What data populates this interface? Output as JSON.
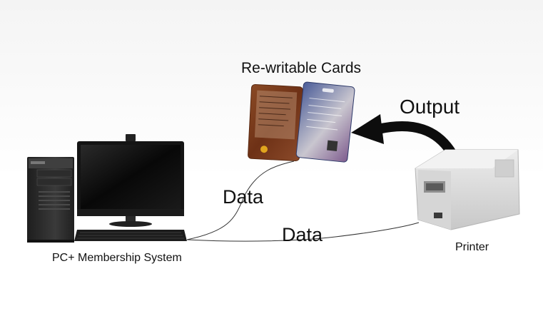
{
  "labels": {
    "cards_title": "Re-writable Cards",
    "output": "Output",
    "data_upper": "Data",
    "data_lower": "Data",
    "pc_system": "PC+ Membership System",
    "printer": "Printer"
  },
  "icons": {
    "computer": "desktop-pc-icon",
    "monitor": "monitor-icon",
    "keyboard": "keyboard-icon",
    "cards": "rewritable-card-icon",
    "printer": "card-printer-icon",
    "arrow": "curved-arrow-icon"
  },
  "colors": {
    "card_brown": "#7a3b1e",
    "card_blue": "#3c4f8a",
    "pc_dark": "#2b2b2b",
    "printer_body": "#d9d9d9",
    "arrow": "#0d0d0d",
    "line": "#333333"
  }
}
